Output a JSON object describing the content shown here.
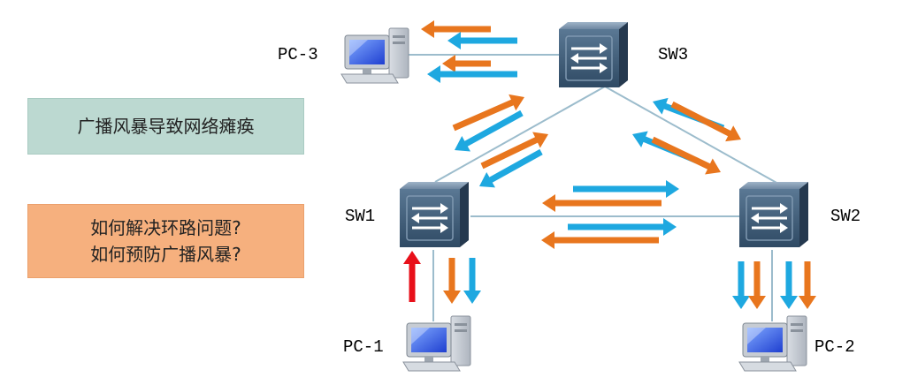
{
  "nodes": {
    "pc1": "PC-1",
    "pc2": "PC-2",
    "pc3": "PC-3",
    "sw1": "SW1",
    "sw2": "SW2",
    "sw3": "SW3"
  },
  "callouts": {
    "storm": "广播风暴导致网络瘫痪",
    "question_line1": "如何解决环路问题?",
    "question_line2": "如何预防广播风暴?"
  },
  "colors": {
    "orange_arrow": "#e8761e",
    "blue_arrow": "#1ea8e0",
    "red_arrow": "#e8101a",
    "link_line": "#9cbccc",
    "switch_body": "#3e5a74",
    "storm_box": "#bcd9d1",
    "question_box": "#f6b07e"
  },
  "icons": {
    "switch": "network-switch-icon",
    "pc": "desktop-computer-icon"
  }
}
